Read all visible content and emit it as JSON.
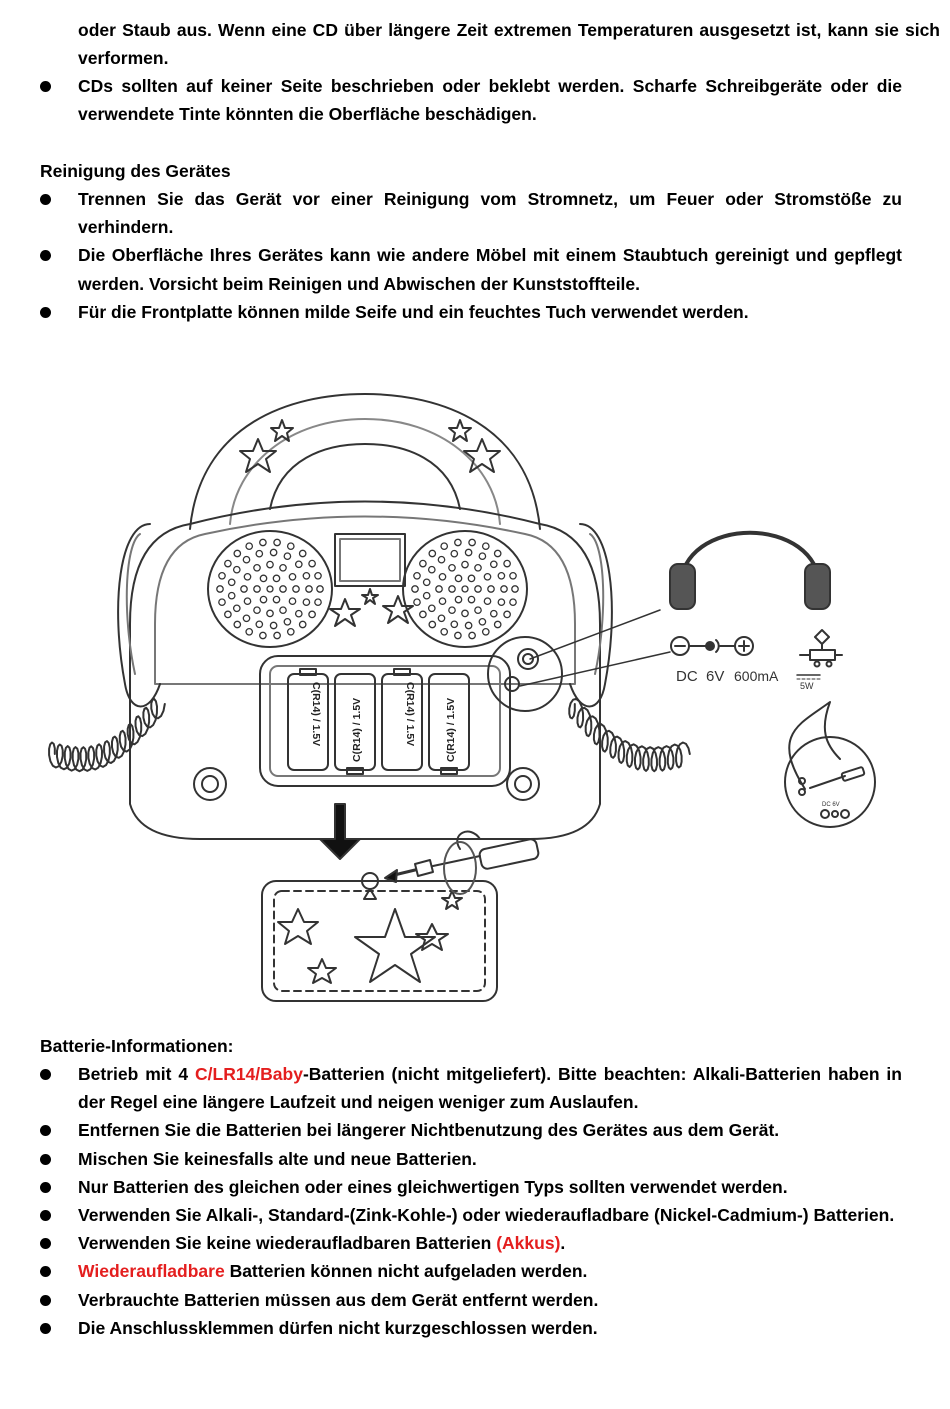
{
  "intro": {
    "continuation": "oder Staub aus. Wenn eine CD über längere Zeit extremen Temperaturen ausgesetzt ist, kann sie sich verformen.",
    "bullets": [
      "CDs sollten auf keiner Seite beschrieben oder beklebt werden. Scharfe Schreibgeräte oder die verwendete Tinte könnten die Oberfläche beschädigen."
    ]
  },
  "cleaning": {
    "heading": "Reinigung des Gerätes",
    "bullets": [
      "Trennen Sie das Gerät vor einer Reinigung vom Stromnetz, um Feuer oder Stromstöße zu verhindern.",
      "Die Oberfläche Ihres Gerätes kann wie andere Möbel mit einem Staubtuch gereinigt und gepflegt werden. Vorsicht beim Reinigen und Abwischen der Kunststoffteile.",
      "Für die Frontplatte können milde Seife und ein feuchtes Tuch verwendet werden."
    ]
  },
  "figure": {
    "battery_label": "C(R14) / 1.5V",
    "dc_label": "DC",
    "voltage_label": "6V",
    "current_label": "600mA",
    "power_label": "5W",
    "inset_dc_label": "DC 6V"
  },
  "battery": {
    "heading": "Batterie-Informationen:",
    "b1_pre": "Betrieb mit 4 ",
    "b1_red": "C/LR14/Baby",
    "b1_post": "-Batterien (nicht mitgeliefert). Bitte beachten: Alkali-Batterien haben in der Regel eine längere Laufzeit und neigen weniger zum Auslaufen.",
    "b2": "Entfernen Sie die Batterien bei längerer Nichtbenutzung des Gerätes aus dem Gerät.",
    "b3": "Mischen Sie keinesfalls alte und neue Batterien.",
    "b4": "Nur Batterien des gleichen oder eines gleichwertigen Typs sollten verwendet werden.",
    "b5": "Verwenden Sie Alkali-, Standard-(Zink-Kohle-) oder wiederaufladbare (Nickel-Cadmium-) Batterien.",
    "b6_pre": "Verwenden Sie keine wiederaufladbaren Batterien ",
    "b6_red": "(Akkus)",
    "b6_post": ".",
    "b7_red": "Wiederaufladbare",
    "b7_post": " Batterien können nicht aufgeladen werden.",
    "b8": "Verbrauchte Batterien müssen aus dem Gerät entfernt werden.",
    "b9": "Die Anschlussklemmen dürfen nicht kurzgeschlossen werden."
  },
  "colors": {
    "accent_red": "#e41e1e",
    "text": "#000000"
  }
}
